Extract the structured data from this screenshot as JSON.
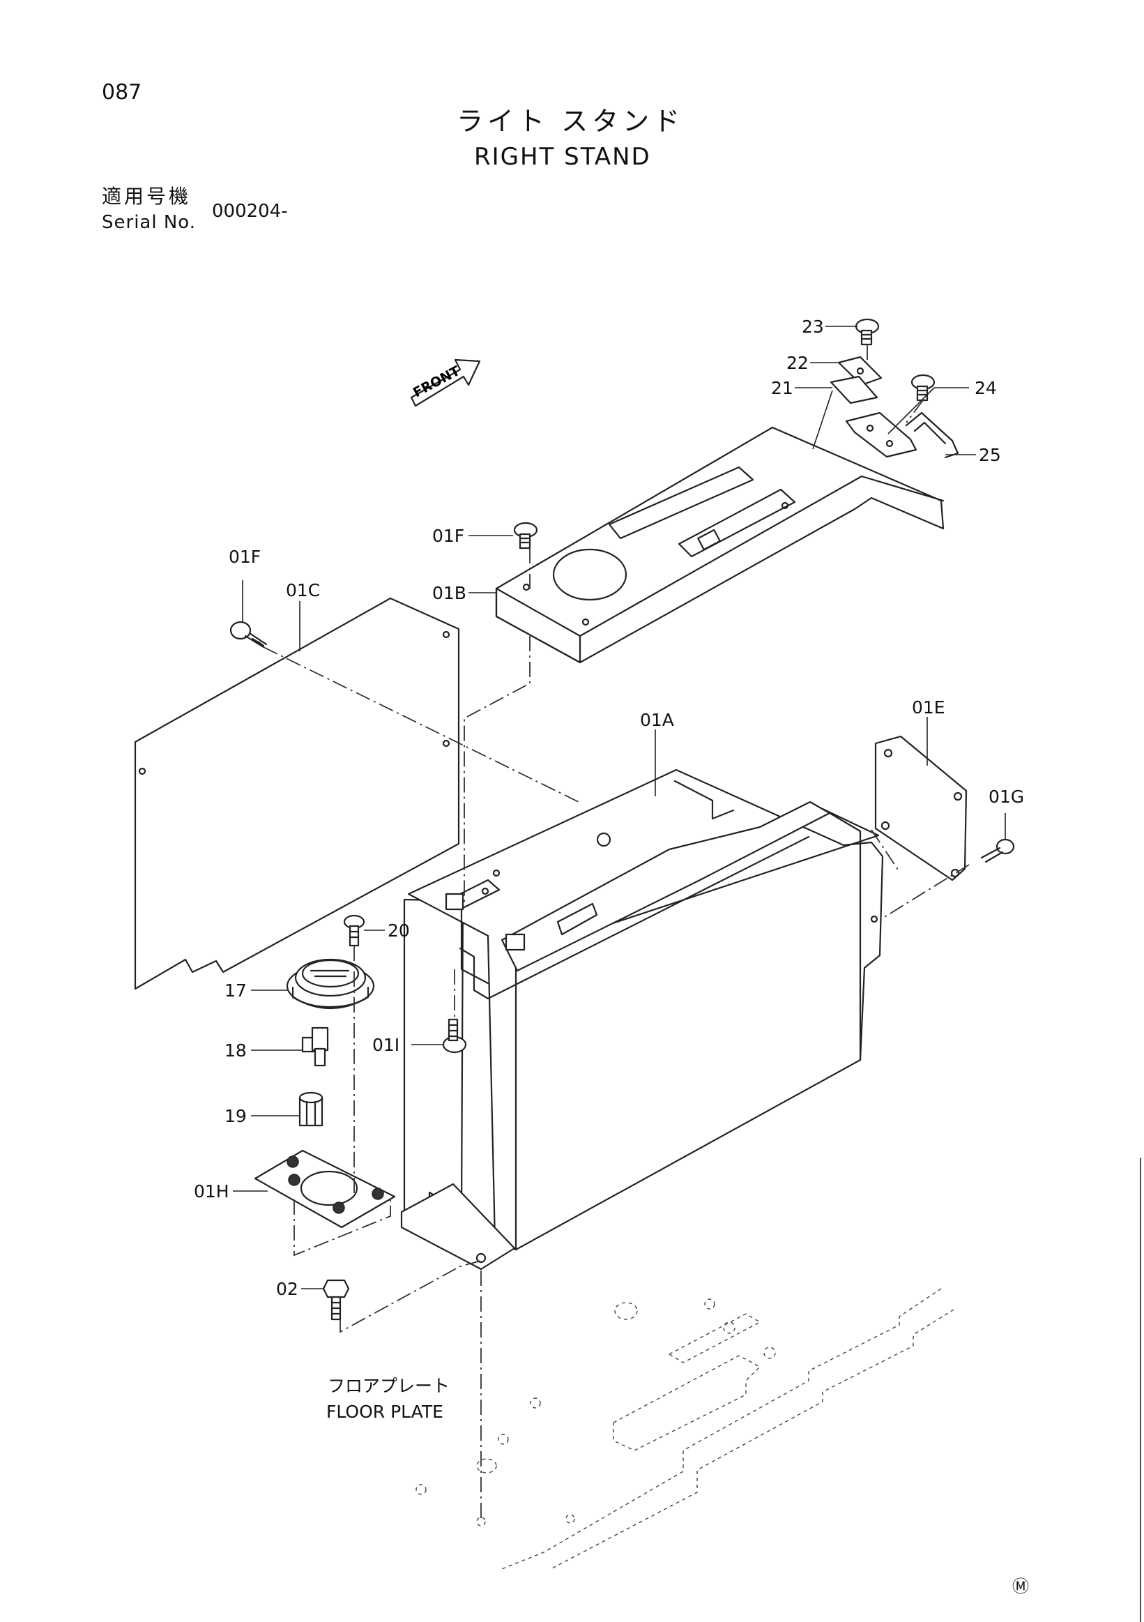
{
  "page": {
    "number": "087"
  },
  "title": {
    "ja": "ライト スタンド",
    "en": "RIGHT STAND"
  },
  "serial": {
    "label_ja": "適用号機",
    "label_en": "Serial No.",
    "value": "000204-"
  },
  "front_arrow": {
    "text": "FRONT"
  },
  "floor_plate": {
    "ja": "フロアプレート",
    "en": "FLOOR PLATE"
  },
  "callouts": {
    "p23": "23",
    "p22": "22",
    "p21": "21",
    "p24": "24",
    "p25": "25",
    "p01F_top": "01F",
    "p01B": "01B",
    "p01F_left": "01F",
    "p01C": "01C",
    "p01A": "01A",
    "p01E": "01E",
    "p01G": "01G",
    "p20": "20",
    "p17": "17",
    "p01I": "01I",
    "p18": "18",
    "p19": "19",
    "p01H": "01H",
    "p02": "02"
  },
  "corner_mark": "Ⓜ",
  "icons": [
    "front-arrow-icon",
    "bolt-icon",
    "washer-icon",
    "nut-icon",
    "gauge-icon",
    "fitting-icon"
  ]
}
